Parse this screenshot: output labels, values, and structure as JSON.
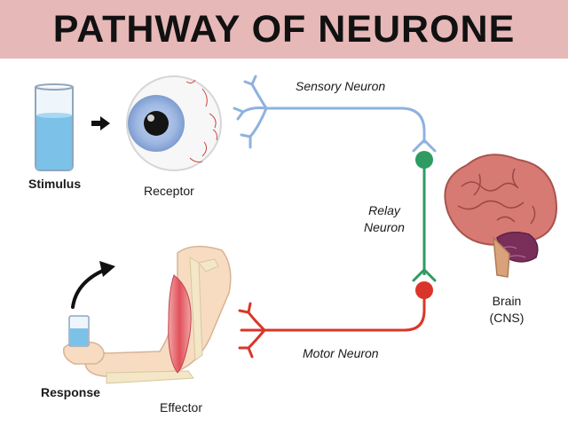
{
  "title": "PATHWAY OF NEURONE",
  "colors": {
    "header_band": "#e7b8b8",
    "sensory_neuron": "#8fb2de",
    "relay_neuron": "#2f9b62",
    "motor_neuron": "#d9362b"
  },
  "labels": {
    "stimulus": "Stimulus",
    "receptor": "Receptor",
    "sensory_neuron": "Sensory Neuron",
    "relay_neuron_line1": "Relay",
    "relay_neuron_line2": "Neuron",
    "brain_line1": "Brain",
    "brain_line2": "(CNS)",
    "motor_neuron": "Motor Neuron",
    "response": "Response",
    "effector": "Effector"
  },
  "icons": [
    "beaker-icon",
    "arrow-right-icon",
    "eye-icon",
    "brain-icon",
    "arm-muscle-icon",
    "curved-arrow-icon"
  ]
}
